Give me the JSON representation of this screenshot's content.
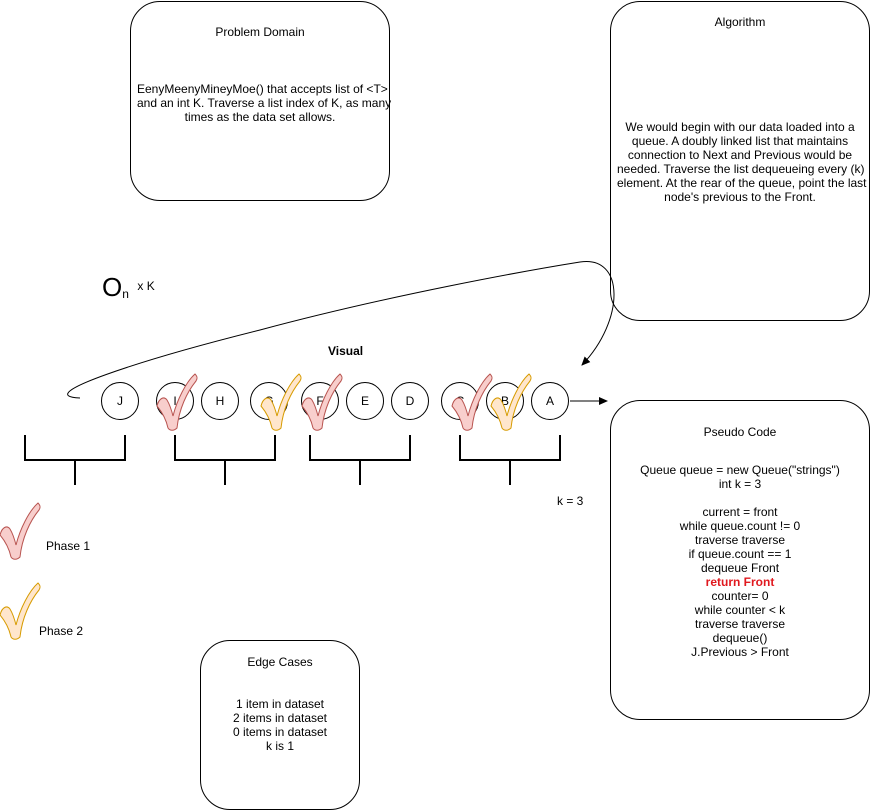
{
  "problem_domain": {
    "title": "Problem Domain",
    "lines": [
      "EenyMeenyMineyMoe() that accepts list of <T>",
      "and an int K. Traverse a list index of K, as many",
      "times as the data set allows."
    ]
  },
  "algorithm": {
    "title": "Algorithm",
    "lines": [
      "We would begin with our data loaded into a",
      "queue. A doubly linked list that maintains",
      "connection to Next and Previous would be",
      "needed. Traverse the list dequeueing every (k)",
      "element. At the rear of the queue, point the last",
      "node's previous to the Front."
    ]
  },
  "complexity": {
    "big": "O",
    "sub": "n",
    "rest": "x K"
  },
  "visual_label": "Visual",
  "nodes": [
    "J",
    "I",
    "H",
    "G",
    "F",
    "E",
    "D",
    "C",
    "B",
    "A"
  ],
  "k_label": "k = 3",
  "legend": {
    "phase1": "Phase 1",
    "phase2": "Phase 2"
  },
  "colors": {
    "phase1": "#f8cecc",
    "phase1_stroke": "#b85450",
    "phase2": "#ffe6cc",
    "phase2_stroke": "#d79b00",
    "highlight": "#e0191f"
  },
  "pseudo_code": {
    "title": "Pseudo Code",
    "lines": [
      {
        "text": "Queue queue = new Queue(\"strings\")",
        "style": "normal"
      },
      {
        "text": "int k = 3",
        "style": "normal"
      },
      {
        "text": "",
        "style": "normal"
      },
      {
        "text": "current = front",
        "style": "normal"
      },
      {
        "text": "while queue.count != 0",
        "style": "normal"
      },
      {
        "text": "traverse traverse",
        "style": "normal"
      },
      {
        "text": "if queue.count == 1",
        "style": "normal"
      },
      {
        "text": "dequeue Front",
        "style": "normal"
      },
      {
        "text": "return Front",
        "style": "red"
      },
      {
        "text": "counter= 0",
        "style": "normal"
      },
      {
        "text": "while counter < k",
        "style": "normal"
      },
      {
        "text": "traverse traverse",
        "style": "normal"
      },
      {
        "text": "dequeue()",
        "style": "normal"
      },
      {
        "text": "J.Previous > Front",
        "style": "normal"
      }
    ]
  },
  "edge_cases": {
    "title": "Edge Cases",
    "lines": [
      "1 item in dataset",
      "2 items in dataset",
      "0 items in dataset",
      "k is 1"
    ]
  }
}
